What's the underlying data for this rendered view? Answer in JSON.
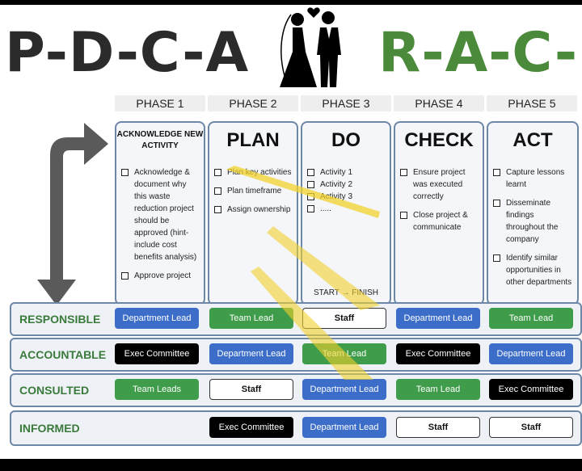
{
  "title": {
    "left": "P-D-C-A",
    "right": "R-A-C-I"
  },
  "colors": {
    "blue": "#3c6ec9",
    "green": "#3f9c4a",
    "black": "#000000",
    "white": "#ffffff",
    "highlight": "#f2d12b"
  },
  "phases": [
    "PHASE 1",
    "PHASE 2",
    "PHASE 3",
    "PHASE 4",
    "PHASE 5"
  ],
  "columns": [
    {
      "title": "ACKNOWLEDGE NEW ACTIVITY",
      "items": [
        "Acknowledge & document why this waste reduction project should be approved (hint- include cost benefits analysis)",
        "Approve project"
      ]
    },
    {
      "title": "PLAN",
      "items": [
        "Plan key activities",
        "Plan timeframe",
        "Assign ownership"
      ]
    },
    {
      "title": "DO",
      "items": [
        "Activity 1",
        "Activity 2",
        "Activity 3",
        "....."
      ],
      "footer": "START → FINISH"
    },
    {
      "title": "CHECK",
      "items": [
        "Ensure project was executed correctly",
        "Close project & communicate"
      ]
    },
    {
      "title": "ACT",
      "items": [
        "Capture lessons learnt",
        "Disseminate findings throughout the company",
        "Identify similar opportunities in other departments"
      ]
    }
  ],
  "raci": [
    {
      "label": "RESPONSIBLE",
      "cells": [
        {
          "text": "Department Lead",
          "style": "blue"
        },
        {
          "text": "Team Lead",
          "style": "green"
        },
        {
          "text": "Staff",
          "style": "white"
        },
        {
          "text": "Department Lead",
          "style": "blue"
        },
        {
          "text": "Team Lead",
          "style": "green"
        }
      ]
    },
    {
      "label": "ACCOUNTABLE",
      "cells": [
        {
          "text": "Exec Committee",
          "style": "black"
        },
        {
          "text": "Department Lead",
          "style": "blue"
        },
        {
          "text": "Team Lead",
          "style": "green"
        },
        {
          "text": "Exec Committee",
          "style": "black"
        },
        {
          "text": "Department Lead",
          "style": "blue"
        }
      ]
    },
    {
      "label": "CONSULTED",
      "cells": [
        {
          "text": "Team Leads",
          "style": "green"
        },
        {
          "text": "Staff",
          "style": "white"
        },
        {
          "text": "Department Lead",
          "style": "blue"
        },
        {
          "text": "Team Lead",
          "style": "green"
        },
        {
          "text": "Exec Committee",
          "style": "black"
        }
      ]
    },
    {
      "label": "INFORMED",
      "cells": [
        null,
        {
          "text": "Exec Committee",
          "style": "black"
        },
        {
          "text": "Department Lead",
          "style": "blue"
        },
        {
          "text": "Staff",
          "style": "white"
        },
        {
          "text": "Staff",
          "style": "white"
        }
      ]
    }
  ]
}
